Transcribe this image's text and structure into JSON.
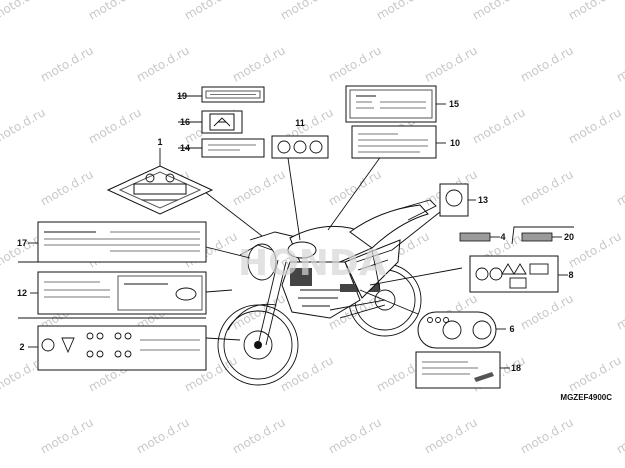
{
  "diagram": {
    "code": "MGZEF4900C",
    "watermark": "moto.d.ru",
    "callouts": [
      {
        "id": "c1",
        "label": "1"
      },
      {
        "id": "c2",
        "label": "2"
      },
      {
        "id": "c4",
        "label": "4"
      },
      {
        "id": "c6",
        "label": "6"
      },
      {
        "id": "c8",
        "label": "8"
      },
      {
        "id": "c10",
        "label": "10"
      },
      {
        "id": "c11",
        "label": "11"
      },
      {
        "id": "c12",
        "label": "12"
      },
      {
        "id": "c13",
        "label": "13"
      },
      {
        "id": "c14",
        "label": "14"
      },
      {
        "id": "c15",
        "label": "15"
      },
      {
        "id": "c16",
        "label": "16"
      },
      {
        "id": "c17",
        "label": "17"
      },
      {
        "id": "c18",
        "label": "18"
      },
      {
        "id": "c19",
        "label": "19"
      },
      {
        "id": "c20",
        "label": "20"
      }
    ]
  }
}
